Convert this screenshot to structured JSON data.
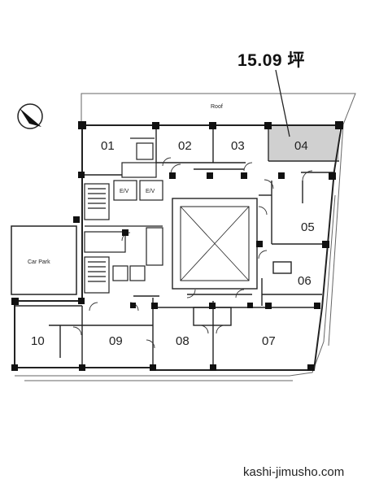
{
  "header": {
    "area": "15.09 坪"
  },
  "plan": {
    "roof_label": "Roof",
    "carpark_label": "Car Park",
    "ev_label": "E/V",
    "highlighted_unit": "04",
    "highlight_color": "#d0d0d0",
    "units": {
      "u01": "01",
      "u02": "02",
      "u03": "03",
      "u04": "04",
      "u05": "05",
      "u06": "06",
      "u07": "07",
      "u08": "08",
      "u09": "09",
      "u10": "10"
    }
  },
  "footer": {
    "site": "kashi-jimusho.com"
  }
}
